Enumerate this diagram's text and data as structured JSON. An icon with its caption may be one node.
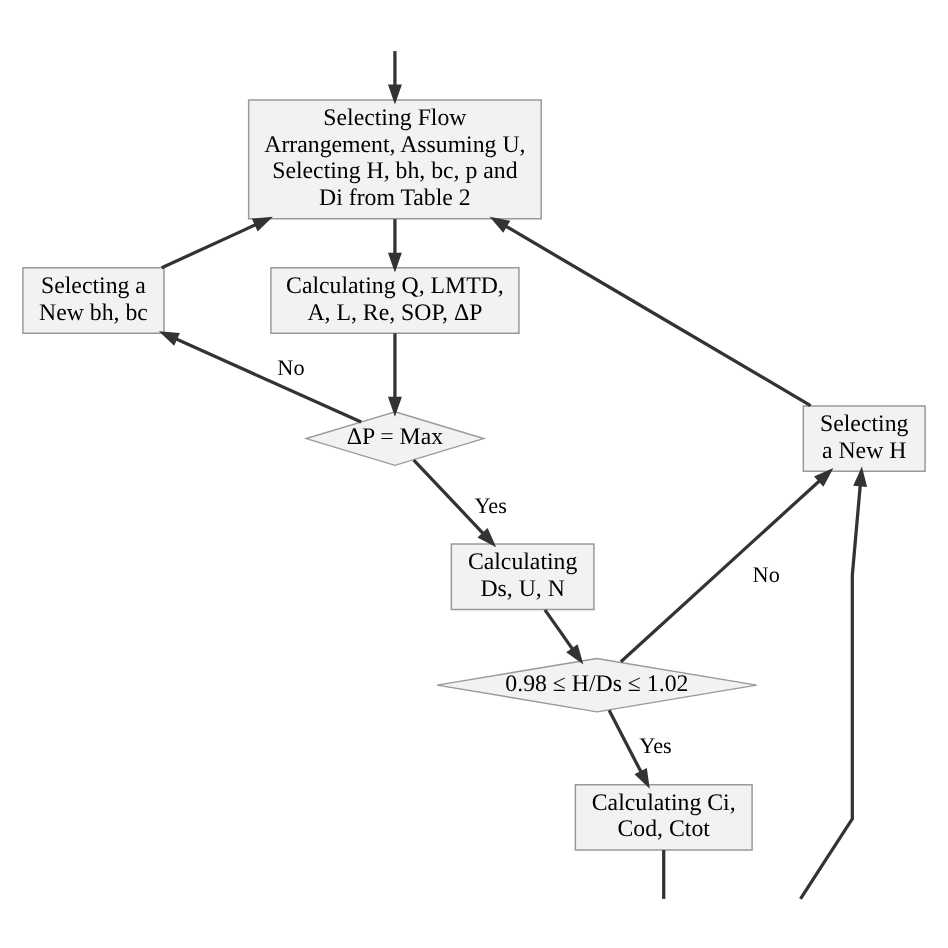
{
  "diagram": {
    "nodes": [
      {
        "text": [
          "Selecting Flow Arrangement, Assuming U, Selecting H, bh, bc, p and Di from Table 2"
        ]
      },
      {
        "text": [
          "Selecting a New bh, bc"
        ]
      },
      {
        "text": [
          "Calculating Q, LMTD, A, L, Re, SOP, ΔP"
        ]
      },
      {
        "text": [
          "ΔP = Max"
        ]
      },
      {
        "text": [
          "Selecting a New H"
        ]
      },
      {
        "text": [
          "Calculating Ds, U, N"
        ]
      },
      {
        "text": [
          "0.98 ≤ H/Ds ≤ 1.02"
        ]
      },
      {
        "text": [
          "Calculating Ci, Cod, Ctot"
        ]
      }
    ],
    "edges": [
      {
        "from": null,
        "to": 0,
        "arrow": "to"
      },
      {
        "from": 0,
        "to": 2,
        "arrow": "to"
      },
      {
        "from": 2,
        "to": 3,
        "arrow": "to"
      },
      {
        "from": 3,
        "to": 1,
        "arrow": "to",
        "label": "No"
      },
      {
        "from": 1,
        "to": 0,
        "arrow": "to"
      },
      {
        "from": 3,
        "to": 5,
        "arrow": "to",
        "label": "Yes"
      },
      {
        "from": 5,
        "to": 6,
        "arrow": "to"
      },
      {
        "from": 6,
        "to": 4,
        "arrow": "to",
        "label": "No"
      },
      {
        "from": 4,
        "to": 0,
        "arrow": "to"
      },
      {
        "from": 6,
        "to": 7,
        "arrow": "to",
        "label": "Yes"
      },
      {
        "from": 7,
        "to": null,
        "arrow": "none"
      },
      {
        "from": null,
        "to": 4,
        "arrow": "to"
      }
    ]
  }
}
